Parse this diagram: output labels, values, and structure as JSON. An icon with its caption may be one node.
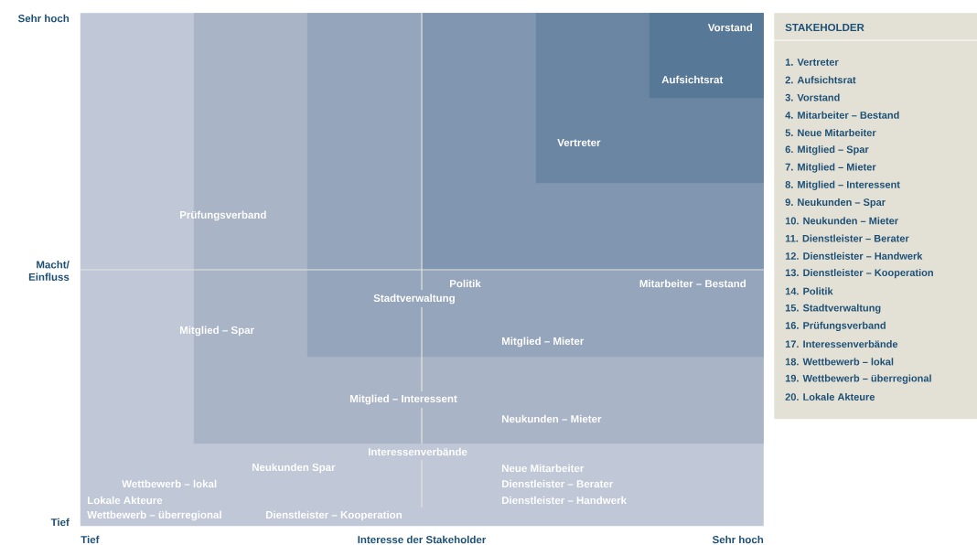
{
  "diagram": {
    "nodes": [
      {
        "text": [
          "Interessenverbände",
          "Neukunden Spar",
          "Neue Mitarbeiter",
          "Wettbewerb – lokal",
          "Dienstleister – Berater",
          "Lokale Akteure",
          "Dienstleister – Handwerk",
          "Wettbewerb – überregional",
          "Dienstleister – Kooperation"
        ]
      },
      {
        "text": [
          "Prüfungsverband",
          "Mitglied – Spar",
          "Mitglied – Interessent",
          "Neukunden – Mieter"
        ],
        "in": 0
      },
      {
        "text": [
          "Politik",
          "Mitarbeiter – Bestand",
          "Stadtverwaltung",
          "Mitglied – Mieter"
        ],
        "in": 1
      },
      {
        "text": [],
        "shape": "box",
        "in": 2
      },
      {
        "text": [
          "Vertreter"
        ],
        "in": 3
      },
      {
        "text": [
          "Vorstand",
          "Aufsichtsrat"
        ],
        "in": 4
      },
      {
        "text": [
          "STAKEHOLDER",
          "1. Vertreter",
          "2. Aufsichtsrat",
          "3. Vorstand",
          "4. Mitarbeiter – Bestand",
          "5. Neue Mitarbeiter",
          "6. Mitglied – Spar",
          "7. Mitglied – Mieter",
          "8. Mitglied – Interessent",
          "9. Neukunden – Spar",
          "10. Neukunden – Mieter",
          "11. Dienstleister – Berater",
          "12. Dienstleister – Handwerk",
          "13. Dienstleister – Kooperation",
          "14. Politik",
          "15. Stadtverwaltung",
          "16. Prüfungsverband",
          "17. Interessenverbände",
          "18. Wettbewerb – lokal",
          "19. Wettbewerb – überregional",
          "20. Lokale Akteure"
        ]
      }
    ],
    "labels": [
      "Sehr hoch",
      "Macht/ Einfluss",
      "Tief",
      "Tief",
      "Interesse der Stakeholder",
      "Sehr hoch"
    ]
  }
}
